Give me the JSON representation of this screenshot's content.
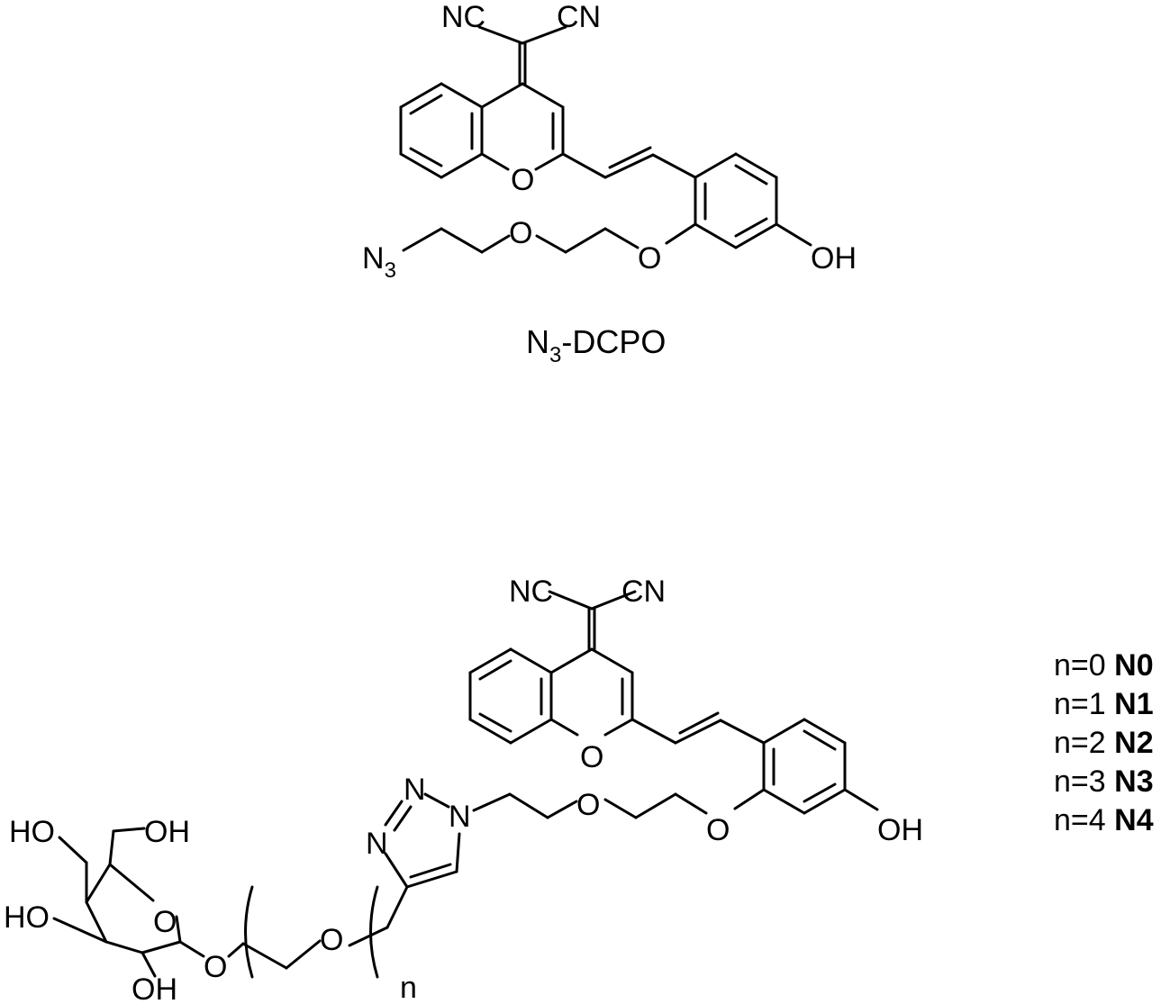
{
  "top_structure": {
    "atoms": {
      "nc_left": "NC",
      "cn_right": "CN",
      "ring_oxygen": "O",
      "ether_o1": "O",
      "ether_o2": "O",
      "azide_n": "N",
      "azide_sub": "3",
      "hydroxyl": "OH"
    },
    "caption_main": "N",
    "caption_sub": "3",
    "caption_rest": "-DCPO"
  },
  "bottom_structure": {
    "atoms": {
      "nc_left": "NC",
      "cn_right": "CN",
      "ring_oxygen": "O",
      "ether_o1": "O",
      "ether_o2": "O",
      "hydroxyl": "OH",
      "triazole_n1": "N",
      "triazole_n2": "N",
      "triazole_n3": "N",
      "peg_o": "O",
      "glycosidic_o": "O",
      "sugar_ring_o": "O",
      "sugar_oh_ch2": "OH",
      "sugar_oh_top": "HO",
      "sugar_oh_mid": "HO",
      "sugar_oh_bottom": "OH",
      "repeat_n": "n"
    }
  },
  "legend": [
    {
      "n": "n=0",
      "code": "N0"
    },
    {
      "n": "n=1",
      "code": "N1"
    },
    {
      "n": "n=2",
      "code": "N2"
    },
    {
      "n": "n=3",
      "code": "N3"
    },
    {
      "n": "n=4",
      "code": "N4"
    }
  ]
}
